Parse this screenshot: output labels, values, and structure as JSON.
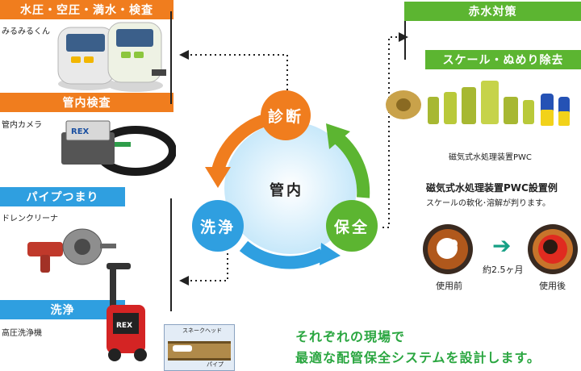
{
  "left": {
    "s1": {
      "title": "水圧・空圧・満水・検査",
      "caption": "みるみるくん"
    },
    "s2": {
      "title": "管内検査",
      "caption": "管内カメラ"
    },
    "s3": {
      "title": "パイプつまり",
      "caption": "ドレンクリーナ"
    },
    "s4": {
      "title": "洗浄",
      "caption": "高圧洗浄機"
    }
  },
  "right": {
    "s1": {
      "title": "赤水対策"
    },
    "s2": {
      "title": "スケール・ぬめり除去"
    },
    "device_caption": "磁気式水処理装置PWC",
    "example_title": "磁気式水処理装置PWC設置例",
    "example_sub": "スケールの軟化･溶解が判ります。",
    "before": "使用前",
    "after": "使用後",
    "duration": "約2.5ヶ月"
  },
  "cycle": {
    "center": "管内",
    "top": "診断",
    "left": "洗浄",
    "right": "保全"
  },
  "camera_label": "REX",
  "washer_label": "REX",
  "inset": {
    "top": "スネークヘッド",
    "bottom": "パイプ"
  },
  "tagline": {
    "line1": "それぞれの現場で",
    "line2": "最適な配管保全システムを設計します。"
  },
  "colors": {
    "orange": "#f07d1e",
    "blue": "#2f9fe0",
    "green": "#5cb531"
  }
}
